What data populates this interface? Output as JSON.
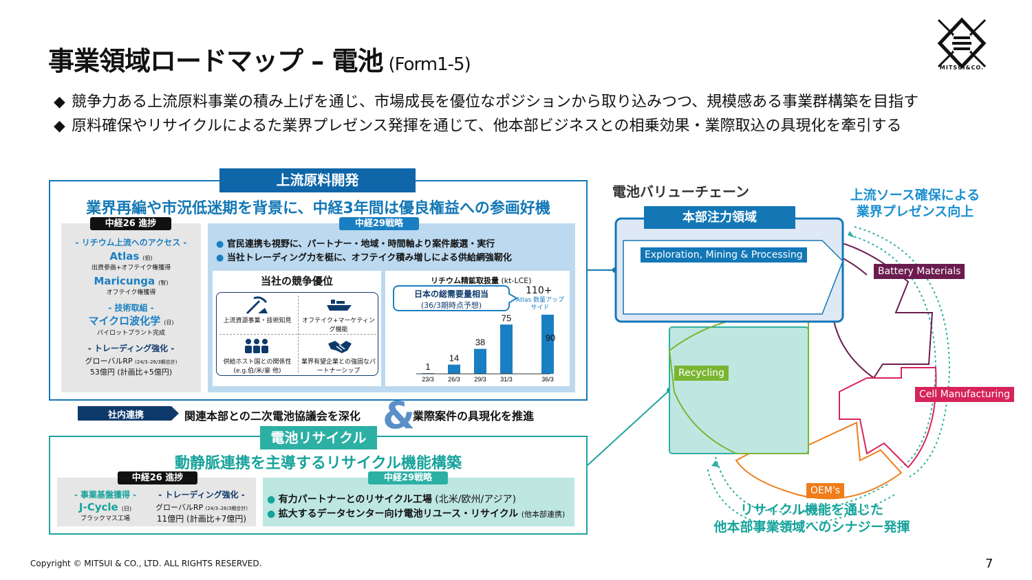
{
  "title": {
    "main": "事業領域ロードマップ – 電池",
    "sub": "(Form1-5)"
  },
  "bullets": [
    "競争力ある上流原料事業の積み上げを通じ、市場成長を優位なポジションから取り込みつつ、規模感ある事業群構築を目指す",
    "原料確保やリサイクルによるた業界プレゼンス発揮を通じて、他本部ビジネスとの相乗効果・業際取込の具現化を牽引する"
  ],
  "bullet_marker": "◆",
  "logo": {
    "text": "MITSUI&CO."
  },
  "upstream": {
    "header": "上流原料開発",
    "lead": "業界再編や市況低迷期を背景に、中経3年間は優良権益への参画好機",
    "progress": {
      "tag": "中経26 進捗",
      "access_heading": "- リチウム上流へのアクセス -",
      "atlas": "Atlas",
      "atlas_country": "(伯)",
      "atlas_note": "出資参画+オフテイク権獲得",
      "maricunga": "Maricunga",
      "maricunga_country": "(智)",
      "maricunga_note": "オフテイク権獲得",
      "tech_heading": "- 技術取組 -",
      "microwave": "マイクロ波化学",
      "microwave_country": "(日)",
      "microwave_note": "パイロットプラント完成",
      "trading_heading": "- トレーディング強化 -",
      "rp_label": "グローバルRP",
      "rp_period": "(24/3–26/3期合計)",
      "rp_value": "53億円 (計画比+5億円)"
    },
    "strategy": {
      "tag": "中経29戦略",
      "points": [
        "官民連携も視野に、パートナー・地域・時間軸より案件厳選・実行",
        "当社トレーディング力を梃に、オフテイク積み増しによる供給網強靭化"
      ],
      "adv_title": "当社の競争優位",
      "advantages": [
        {
          "icon": "mining-icon",
          "label": "上流資源事業・技術知見"
        },
        {
          "icon": "ship-icon",
          "label": "オフテイク+マーケティング機能"
        },
        {
          "icon": "people-icon",
          "label": "供給ホスト国との関係性 (e.g.伯/米/豪 他)"
        },
        {
          "icon": "handshake-icon",
          "label": "業界有望企業との強固なパートナーシップ"
        }
      ]
    }
  },
  "chart_data": {
    "type": "bar",
    "title": "リチウム精鉱取扱量",
    "unit": "(kt-LCE)",
    "categories": [
      "23/3",
      "26/3",
      "29/3",
      "31/3",
      "36/3"
    ],
    "values": [
      1,
      14,
      38,
      75,
      90
    ],
    "value_labels": [
      "1",
      "14",
      "38",
      "75",
      "90"
    ],
    "top_label_36": "110+",
    "atlas_note": "Atlas 数量アップサイド",
    "callout": {
      "line1": "日本の総需要量相当",
      "line2": "(36/3期時点予想)"
    },
    "ylim": [
      0,
      115
    ],
    "colors": {
      "bar": "#1a7fc2"
    }
  },
  "internal": {
    "tag": "社内連携",
    "left": "関連本部との二次電池協議会を深化",
    "symbol": "&",
    "right": "業際案件の具現化を推進"
  },
  "recycle": {
    "header": "電池リサイクル",
    "lead": "動静脈連携を主導するリサイクル機能構築",
    "progress": {
      "tag": "中経26 進捗",
      "base_heading": "- 事業基盤獲得 -",
      "jcycle": "J-Cycle",
      "jcycle_country": "(日)",
      "jcycle_note": "ブラックマス工場",
      "trading_heading": "- トレーディング強化 -",
      "rp_label": "グローバルRP",
      "rp_period": "(24/3–26/3期合計)",
      "rp_value": "11億円 (計画比+7億円)"
    },
    "strategy": {
      "tag": "中経29戦略",
      "points": [
        {
          "main": "有力パートナーとのリサイクル工場",
          "sub": "(北米/欧州/アジア)"
        },
        {
          "main": "拡大するデータセンター向け電池リユース・リサイクル",
          "sub": "(他本部連携)"
        }
      ]
    }
  },
  "value_chain": {
    "title": "電池バリューチェーン",
    "focus": "本部注力領域",
    "exploration": "Exploration, Mining & Processing",
    "battery": "Battery Materials",
    "cell": "Cell Manufacturing",
    "oem": "OEM's",
    "recycling": "Recycling",
    "upper_note": [
      "上流ソース確保による",
      "業界プレゼンス向上"
    ],
    "lower_note": [
      "リサイクル機能を通じた",
      "他本部事業領域へのシナジー発揮"
    ],
    "colors": {
      "blue": "#1377b6",
      "purple": "#6b1c4f",
      "pink": "#d6245a",
      "orange": "#ee7d1a",
      "green": "#7ab532",
      "teal": "#2cb0a4"
    }
  },
  "footer": {
    "copyright": "Copyright © MITSUI & CO., LTD. ALL RIGHTS RESERVED.",
    "page": "7"
  }
}
